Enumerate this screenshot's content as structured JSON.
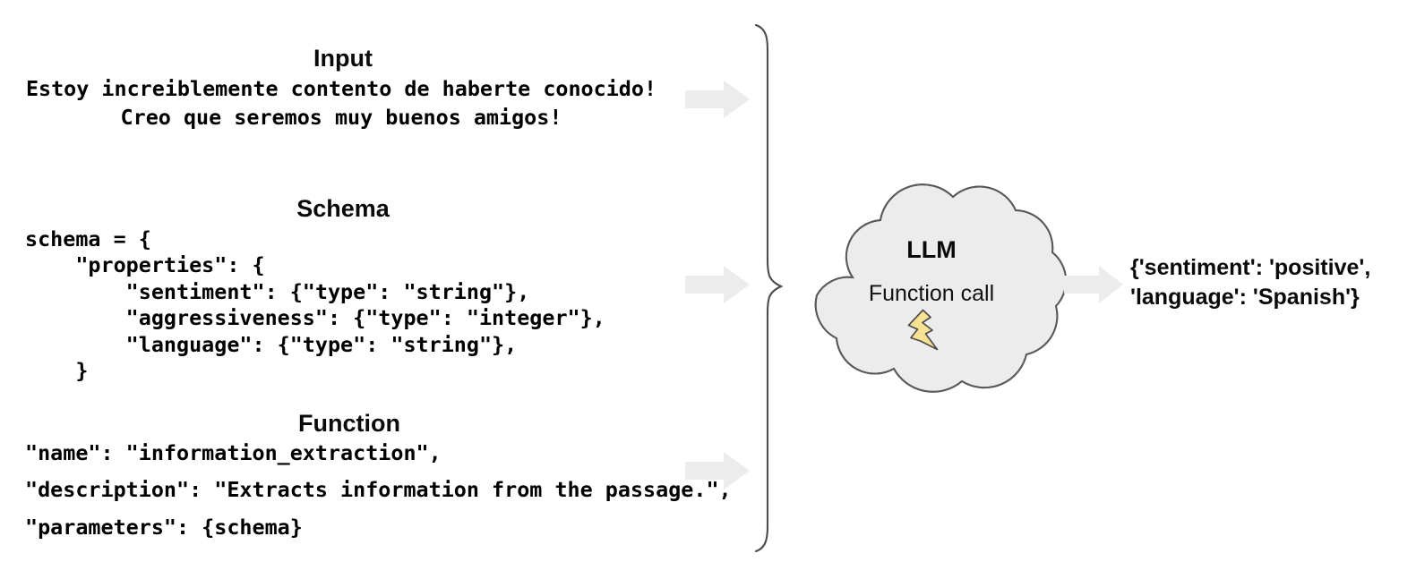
{
  "palette": {
    "background": "#ffffff",
    "arrow_fill": "#ececec",
    "cloud_fill": "#ececec",
    "cloud_stroke": "#595959",
    "brace_stroke": "#4d4d4d",
    "bolt_fill": "#f7e293",
    "bolt_stroke": "#4d4d4d",
    "text": "#000000"
  },
  "sections": {
    "input": {
      "title": "Input",
      "lines": [
        "Estoy increiblemente contento de haberte conocido!",
        "Creo que seremos muy buenos amigos!"
      ]
    },
    "schema": {
      "title": "Schema",
      "lines": [
        "schema = {",
        "    \"properties\": {",
        "        \"sentiment\": {\"type\": \"string\"},",
        "        \"aggressiveness\": {\"type\": \"integer\"},",
        "        \"language\": {\"type\": \"string\"},",
        "    }"
      ]
    },
    "function": {
      "title": "Function",
      "lines": [
        "\"name\": \"information_extraction\",",
        "\"description\": \"Extracts information from the passage.\",",
        "\"parameters\": {schema}"
      ]
    }
  },
  "model": {
    "name": "LLM",
    "subtitle": "Function call",
    "icon": "lightning-bolt-icon"
  },
  "output": {
    "lines": [
      "{'sentiment': 'positive',",
      "'language': 'Spanish'}"
    ]
  },
  "connectors": {
    "input_arrow": "arrow-right",
    "schema_arrow": "arrow-right",
    "function_arrow": "arrow-right",
    "output_arrow": "arrow-right",
    "grouping_brace": "curly-brace-right"
  }
}
